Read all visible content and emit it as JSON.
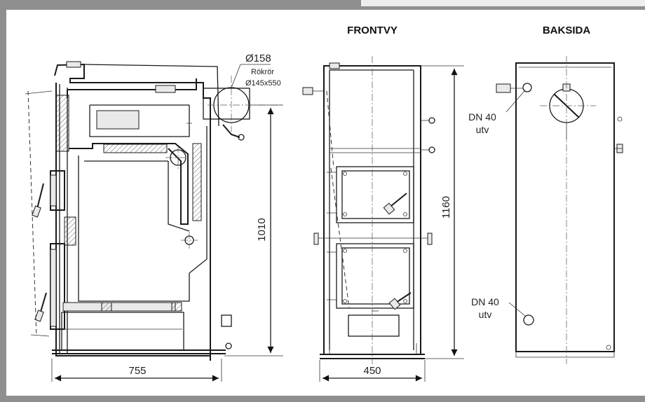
{
  "headings": {
    "front": "FRONTVY",
    "back": "BAKSIDA"
  },
  "side": {
    "diameter_label": "Ø158",
    "flue_label": "Rökrör",
    "flue_size_label": "Ø145x550",
    "height_label": "1010",
    "width_label": "755"
  },
  "front": {
    "height_label": "1160",
    "width_label": "450"
  },
  "back": {
    "top_conn_line1": "DN 40",
    "top_conn_line2": "utv",
    "bottom_conn_line1": "DN 40",
    "bottom_conn_line2": "utv"
  },
  "colors": {
    "frame": "#8f8f8f",
    "tab": "#ededed",
    "line": "#1a1a1a"
  }
}
